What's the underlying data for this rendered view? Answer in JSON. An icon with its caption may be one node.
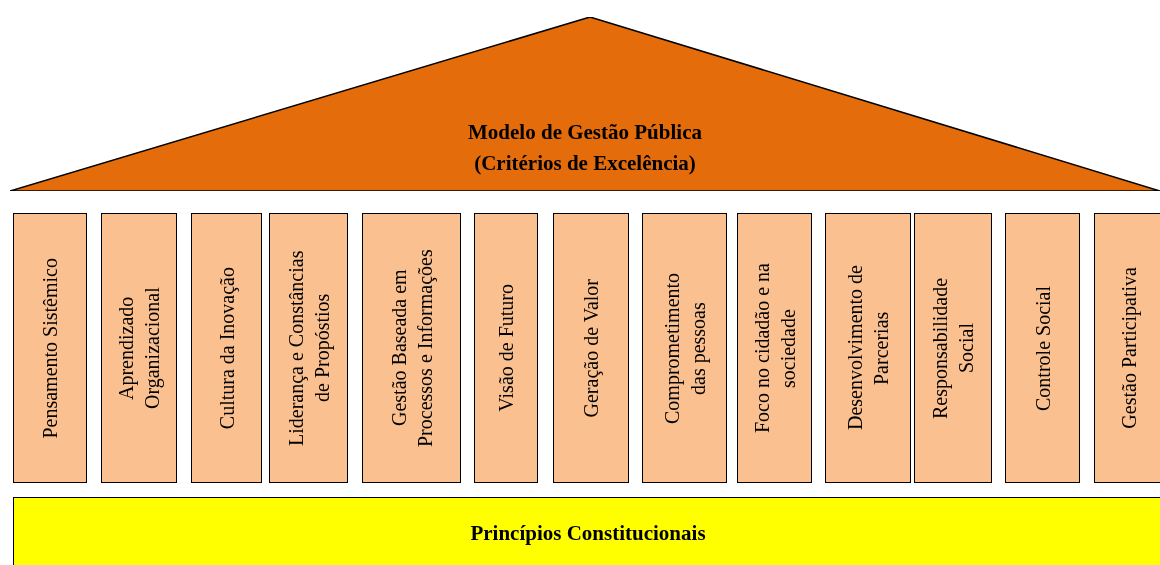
{
  "diagram": {
    "nodes": [
      {
        "text": [
          "Modelo de Gestão Pública (Critérios de Excelência)"
        ]
      },
      {
        "text": [
          "Pensamento Sistêmico"
        ]
      },
      {
        "text": [
          "Aprendizado Organizacional"
        ]
      },
      {
        "text": [
          "Cultura da Inovação"
        ]
      },
      {
        "text": [
          "Liderança e Constâncias de Propóstios"
        ]
      },
      {
        "text": [
          "Gestão Baseada em Processos e Informações"
        ]
      },
      {
        "text": [
          "Visão de Futuro"
        ]
      },
      {
        "text": [
          "Geração de Valor"
        ]
      },
      {
        "text": [
          "Comprometimento das pessoas"
        ]
      },
      {
        "text": [
          "Foco no cidadão e na sociedade"
        ]
      },
      {
        "text": [
          "Desenvolvimento de Parcerias"
        ]
      },
      {
        "text": [
          "Responsabilidade Social"
        ]
      },
      {
        "text": [
          "Controle Social"
        ]
      },
      {
        "text": [
          "Gestão Participativa"
        ]
      },
      {
        "text": [
          "Princípios Constitucionais"
        ]
      }
    ],
    "edges": []
  }
}
